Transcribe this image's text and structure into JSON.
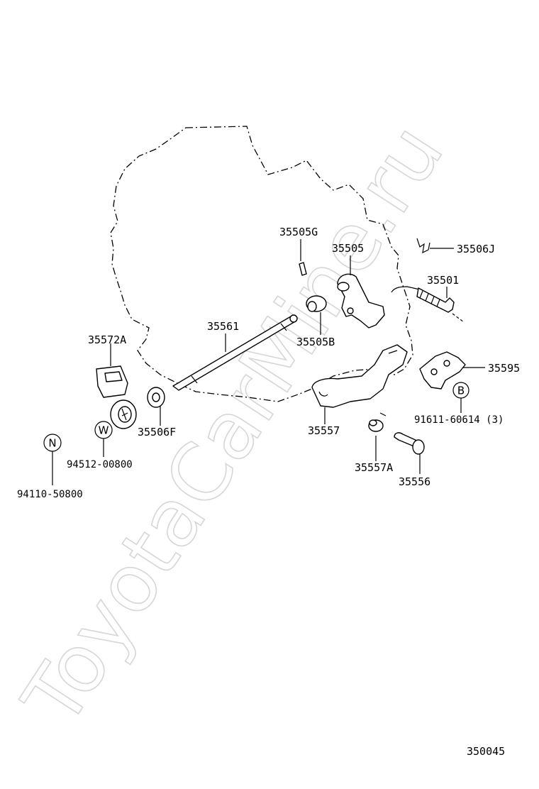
{
  "watermark": "ToyotaCarMine.ru",
  "diagram_id": "350045",
  "labels": {
    "p35505G": "35505G",
    "p35505": "35505",
    "p35506J": "35506J",
    "p35501": "35501",
    "p35561": "35561",
    "p35505B": "35505B",
    "p35572A": "35572A",
    "p35595": "35595",
    "p35506F": "35506F",
    "p35557": "35557",
    "p91611": "91611-60614 (3)",
    "p94512": "94512-00800",
    "p35557A": "35557A",
    "p35556": "35556",
    "p94110": "94110-50800"
  },
  "markers": {
    "B": "B",
    "W": "W",
    "N": "N"
  }
}
